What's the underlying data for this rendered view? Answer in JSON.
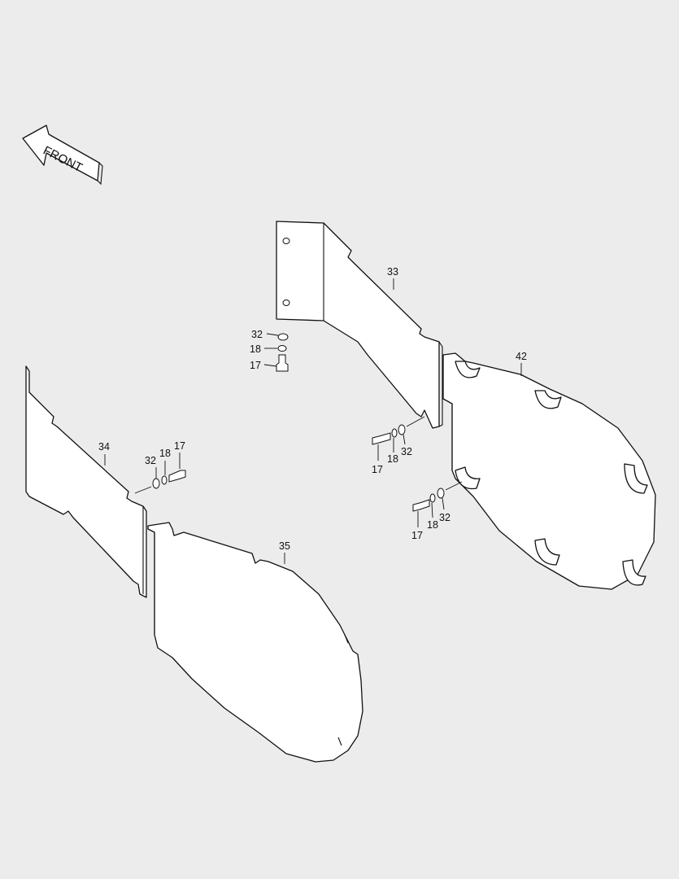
{
  "front_label": "FRONT",
  "callouts": {
    "c33": "33",
    "c42": "42",
    "c34": "34",
    "c35": "35",
    "a32": "32",
    "a18": "18",
    "a17": "17",
    "b17": "17",
    "b18": "18",
    "b32": "32",
    "c17": "17",
    "c18": "18",
    "c32": "32",
    "d32": "32",
    "d18": "18",
    "d17": "17"
  },
  "colors": {
    "background": "#ececec",
    "line": "#111111",
    "fill": "#ffffff"
  }
}
